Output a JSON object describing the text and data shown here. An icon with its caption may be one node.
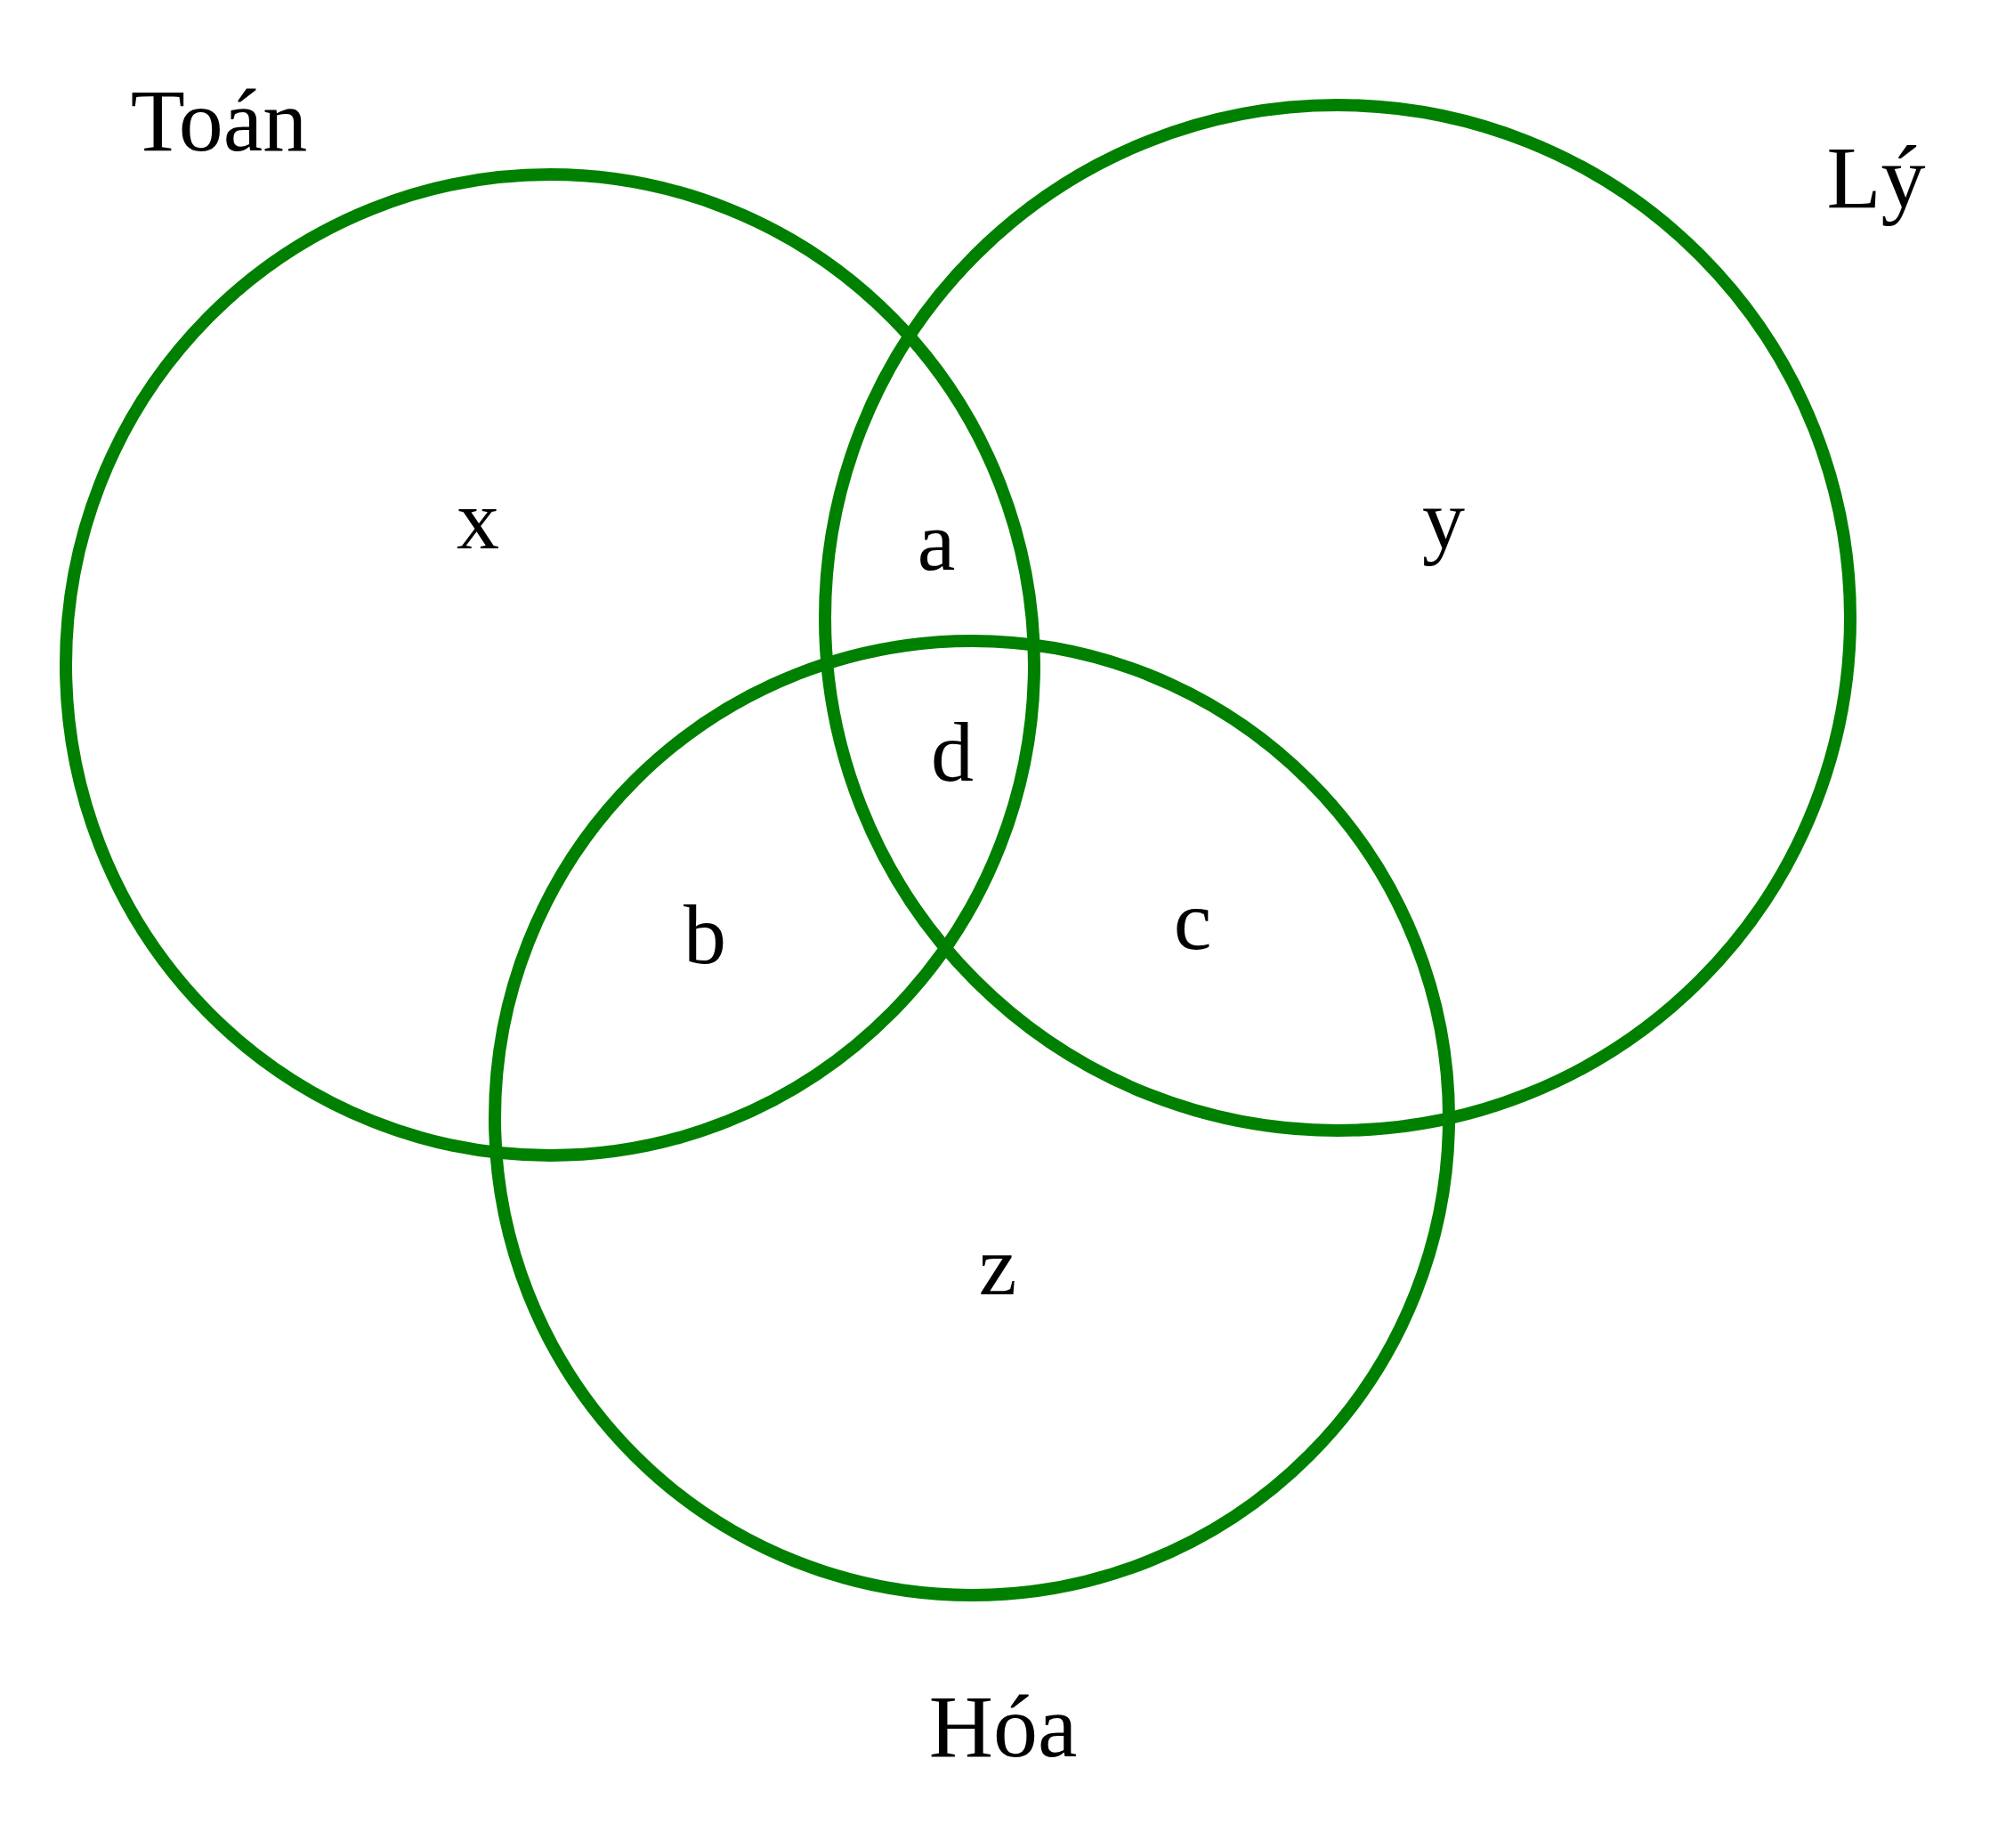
{
  "diagram": {
    "nodes": [
      {
        "text": [
          "Toán"
        ]
      },
      {
        "text": [
          "Lý"
        ]
      },
      {
        "text": [
          "Hóa"
        ]
      }
    ],
    "labels": [
      "x",
      "a",
      "y",
      "d",
      "b",
      "c",
      "z"
    ]
  }
}
